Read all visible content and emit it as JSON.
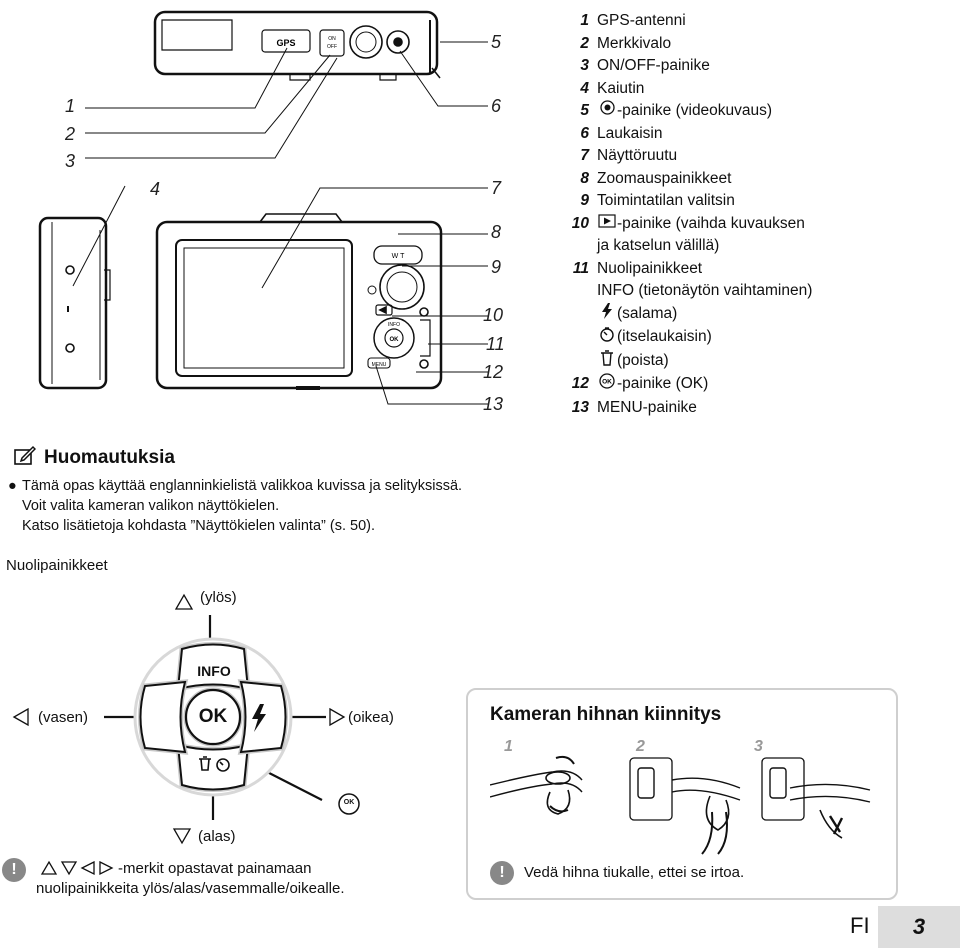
{
  "callouts": {
    "n1": "1",
    "n2": "2",
    "n3": "3",
    "n4": "4",
    "n5": "5",
    "n6": "6",
    "n7": "7",
    "n8": "8",
    "n9": "9",
    "n10": "10",
    "n11": "11",
    "n12": "12",
    "n13": "13"
  },
  "camera_labels": {
    "gps": "GPS",
    "onoff": "ON/OFF",
    "wt": "W   T",
    "info": "INFO",
    "ok": "OK",
    "menu": "MENU"
  },
  "parts": [
    {
      "num": "1",
      "text": "GPS-antenni"
    },
    {
      "num": "2",
      "text": "Merkkivalo"
    },
    {
      "num": "3",
      "text": "ON/OFF-painike"
    },
    {
      "num": "4",
      "text": "Kaiutin"
    },
    {
      "num": "5",
      "text": "-painike (videokuvaus)",
      "icon": "movie-record-icon"
    },
    {
      "num": "6",
      "text": "Laukaisin"
    },
    {
      "num": "7",
      "text": "Näyttöruutu"
    },
    {
      "num": "8",
      "text": "Zoomauspainikkeet"
    },
    {
      "num": "9",
      "text": "Toimintatilan valitsin"
    },
    {
      "num": "10",
      "text": "-painike (vaihda kuvauksen",
      "icon": "play-icon"
    },
    {
      "num": "",
      "text": "ja katselun välillä)"
    },
    {
      "num": "11",
      "text": "Nuolipainikkeet"
    },
    {
      "num": "",
      "text": "INFO (tietonäytön vaihtaminen)"
    },
    {
      "num": "",
      "text": " (salama)",
      "icon": "flash-icon"
    },
    {
      "num": "",
      "text": " (itselaukaisin)",
      "icon": "self-timer-icon"
    },
    {
      "num": "",
      "text": " (poista)",
      "icon": "trash-icon"
    },
    {
      "num": "12",
      "text": "-painike (OK)",
      "icon": "ok-icon"
    },
    {
      "num": "13",
      "text": "MENU-painike"
    }
  ],
  "notes": {
    "title": "Huomautuksia",
    "line1": "Tämä opas käyttää englanninkielistä valikkoa kuvissa ja selityksissä.",
    "line2": "Voit valita kameran valikon näyttökielen.",
    "line3": "Katso lisätietoja kohdasta ”Näyttökielen valinta” (s. 50)."
  },
  "dpad": {
    "section_title": "Nuolipainikkeet",
    "up": "(ylös)",
    "left": "(vasen)",
    "right": "(oikea)",
    "down": "(alas)",
    "info": "INFO",
    "ok": "OK",
    "ok_small": "OK",
    "hint_line1": "-merkit opastavat painamaan",
    "hint_line2": "nuolipainikkeita ylös/alas/vasemmalle/oikealle."
  },
  "strap": {
    "title": "Kameran hihnan kiinnitys",
    "step1": "1",
    "step2": "2",
    "step3": "3",
    "note": "Vedä hihna tiukalle, ettei se irtoa."
  },
  "footer": {
    "lang": "FI",
    "page": "3"
  }
}
